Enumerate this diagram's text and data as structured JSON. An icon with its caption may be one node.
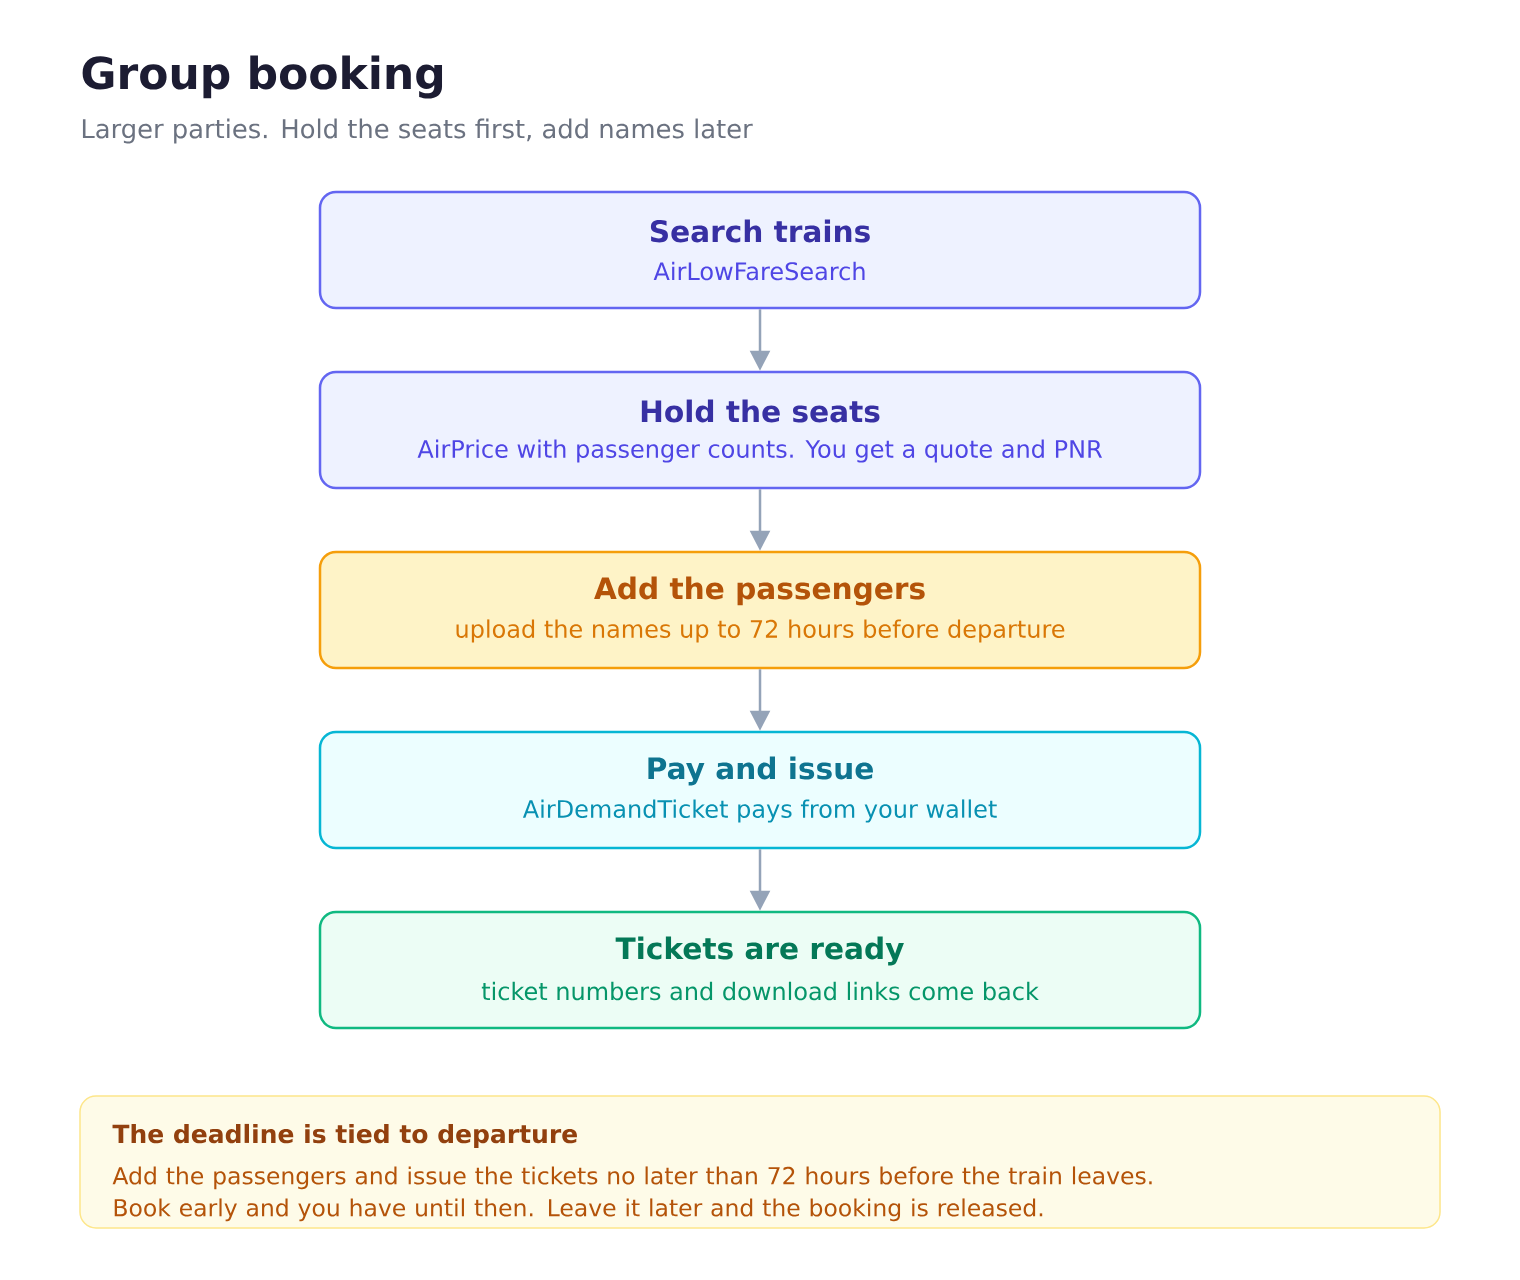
{
  "diagram": {
    "title": "Group booking",
    "nodes": [
      {
        "text": [
          "Search trains",
          "AirLowFareSearch"
        ]
      },
      {
        "text": [
          "Hold the seats",
          "AirPrice with passenger counts. You get a quote and PNR"
        ]
      },
      {
        "text": [
          "Add the passengers",
          "upload the names up to 72 hours before departure"
        ]
      },
      {
        "text": [
          "Pay and issue",
          "AirDemandTicket pays from your wallet"
        ]
      },
      {
        "text": [
          "Tickets are ready",
          "ticket numbers and download links come back"
        ]
      },
      {
        "text": [
          "The deadline is tied to departure",
          "Add the passengers and issue the tickets no later than 72 hours before the train leaves. Book early and you have until then. Leave it later and the booking is released."
        ]
      }
    ],
    "edges": [
      {
        "from": 0,
        "to": 1,
        "arrow": "to"
      },
      {
        "from": 1,
        "to": 2,
        "arrow": "to"
      },
      {
        "from": 2,
        "to": 3,
        "arrow": "to"
      },
      {
        "from": 3,
        "to": 4,
        "arrow": "to"
      }
    ],
    "labels": [
      "Larger parties. Hold the seats first, add names later"
    ]
  }
}
